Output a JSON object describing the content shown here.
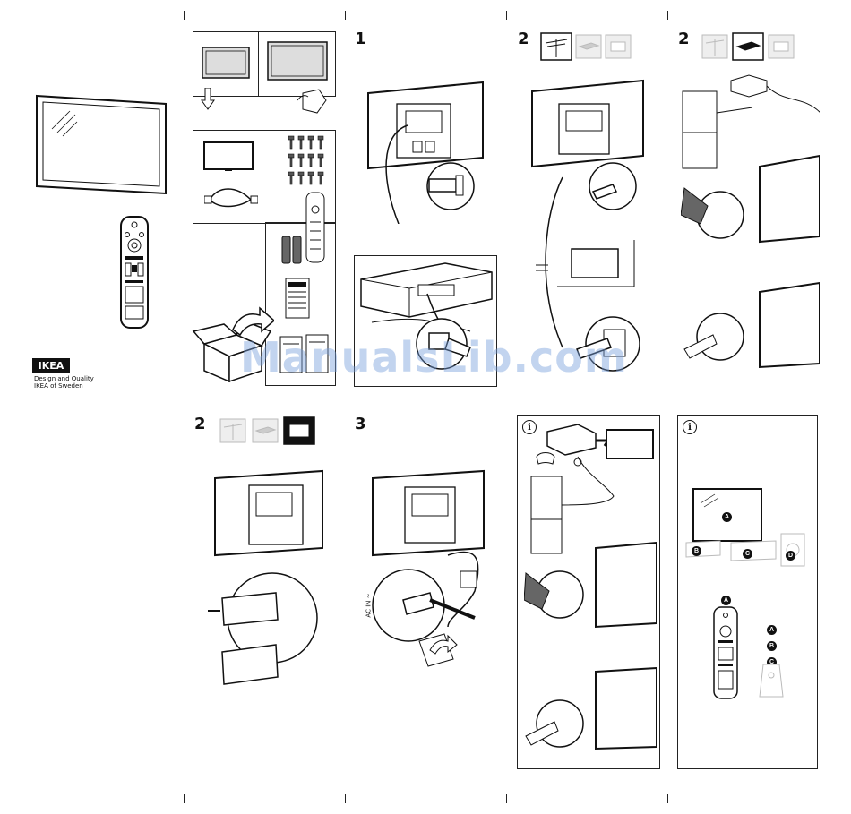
{
  "steps": {
    "s1": "1",
    "s2a": "2",
    "s2b": "2",
    "s2c": "2",
    "s3": "3"
  },
  "branding": {
    "logo_text": "IKEA",
    "tagline_line1": "Design and Quality",
    "tagline_line2": "IKEA of Sweden"
  },
  "watermark": "ManualsLib.com",
  "labels": {
    "ac_in": "AC IN ~",
    "info_symbol": "i"
  },
  "device_legend": [
    "A",
    "B",
    "C",
    "D"
  ]
}
